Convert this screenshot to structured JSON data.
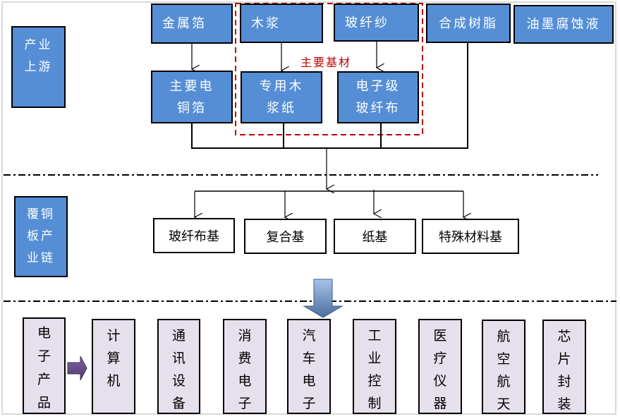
{
  "diagram": {
    "title": "覆铜板产业链",
    "sections": {
      "upstream": {
        "label": "产业上游"
      },
      "ccl": {
        "label": "覆铜板产业链"
      },
      "downstream": {
        "label": "电子产品"
      }
    },
    "upstream_raw": [
      {
        "id": "metal-foil",
        "label": "金属箔"
      },
      {
        "id": "wood-pulp",
        "label": "木浆"
      },
      {
        "id": "glass-yarn",
        "label": "玻纤纱"
      },
      {
        "id": "synthetic-resin",
        "label": "合成树脂"
      },
      {
        "id": "ink-etchant",
        "label": "油墨腐蚀液"
      }
    ],
    "upstream_processed": [
      {
        "id": "copper-foil",
        "label": "主要电铜箔"
      },
      {
        "id": "wood-pulp-paper",
        "label": "专用木浆纸"
      },
      {
        "id": "glass-cloth",
        "label": "电子级玻纤布"
      }
    ],
    "main_substrate_label": "主要基材",
    "ccl_types": [
      {
        "id": "glass-cloth-base",
        "label": "玻纤布基"
      },
      {
        "id": "composite-base",
        "label": "复合基"
      },
      {
        "id": "paper-base",
        "label": "纸基"
      },
      {
        "id": "special-material-base",
        "label": "特殊材料基"
      }
    ],
    "applications": [
      {
        "id": "computer",
        "label": "计算机"
      },
      {
        "id": "communication",
        "label": "通讯设备"
      },
      {
        "id": "consumer",
        "label": "消费电子"
      },
      {
        "id": "automotive",
        "label": "汽车电子"
      },
      {
        "id": "industrial",
        "label": "工业控制"
      },
      {
        "id": "medical",
        "label": "医疗仪器"
      },
      {
        "id": "aerospace",
        "label": "航空航天"
      },
      {
        "id": "chip-packaging",
        "label": "芯片封装"
      }
    ],
    "colors": {
      "upstream_fill": "#558ed5",
      "application_fill": "#e6e0ec",
      "highlight_border": "#c00000",
      "arrow_purple": "#604a7b",
      "arrow_blue": "#8db3e2"
    }
  }
}
